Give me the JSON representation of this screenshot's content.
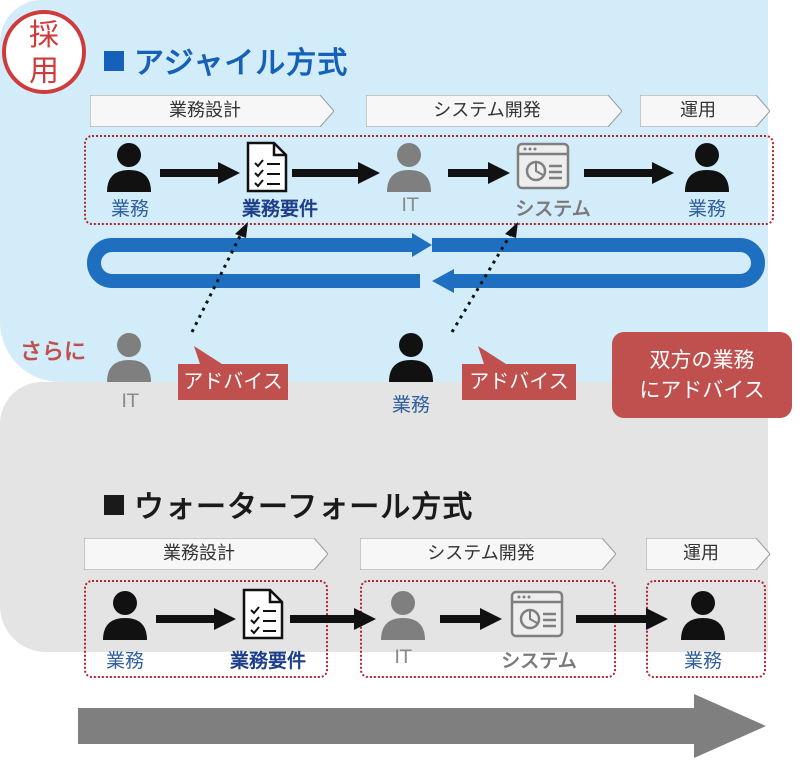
{
  "adopted_stamp": "採用",
  "agile": {
    "title": "アジャイル方式",
    "phases": [
      "業務設計",
      "システム開発",
      "運用"
    ],
    "flow": {
      "business": "業務",
      "requirements": "業務要件",
      "it": "IT",
      "system": "システム",
      "business_end": "業務"
    },
    "further": "さらに",
    "advisors": [
      {
        "role": "IT",
        "speech": "アドバイス"
      },
      {
        "role": "業務",
        "speech": "アドバイス"
      }
    ],
    "summary_line1": "双方の業務",
    "summary_line2": "にアドバイス"
  },
  "waterfall": {
    "title": "ウォーターフォール方式",
    "phases": [
      "業務設計",
      "システム開発",
      "運用"
    ],
    "flow": {
      "business": "業務",
      "requirements": "業務要件",
      "it": "IT",
      "system": "システム",
      "business_end": "業務"
    }
  },
  "colors": {
    "agile_panel": "#d3ecfa",
    "waterfall_panel": "#e4e4e4",
    "accent_red": "#c0504d",
    "loop_blue": "#1e6fc0",
    "title_blue": "#1560b8"
  }
}
